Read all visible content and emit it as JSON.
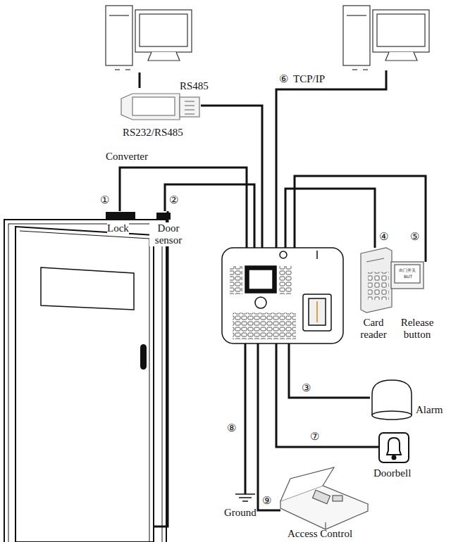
{
  "diagram": {
    "labels": [
      "RS485",
      "⑥",
      "TCP/IP",
      "RS232/RS485",
      "Converter",
      "①",
      "②",
      "Lock",
      "Door sensor",
      "④",
      "⑤",
      "Card reader",
      "Release button",
      "③",
      "Alarm",
      "⑦",
      "Doorbell",
      "⑧",
      "Ground",
      "⑨",
      "Access Control",
      "出门开关",
      "BUT"
    ]
  }
}
